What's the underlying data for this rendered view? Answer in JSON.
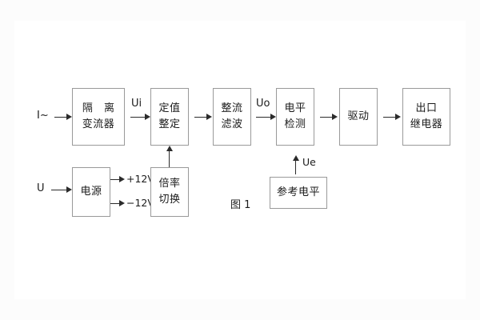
{
  "figure": {
    "caption": "图 1",
    "background": "#fcfcfc",
    "panel_color": "#ffffff",
    "block_border_color": "#9a9a9a",
    "line_color": "#2b2b2b"
  },
  "inputs": [
    {
      "id": "current",
      "label": "I~"
    },
    {
      "id": "voltage",
      "label": "U"
    }
  ],
  "blocks": [
    {
      "id": "isolation-ct",
      "lines": [
        "隔 离",
        "变流器"
      ]
    },
    {
      "id": "setting",
      "lines": [
        "定值",
        "整定"
      ]
    },
    {
      "id": "rectify-filter",
      "lines": [
        "整流",
        "滤波"
      ]
    },
    {
      "id": "level-detect",
      "lines": [
        "电平",
        "检测"
      ]
    },
    {
      "id": "drive",
      "lines": [
        "驱动"
      ]
    },
    {
      "id": "output-relay",
      "lines": [
        "出口",
        "继电器"
      ]
    },
    {
      "id": "power-supply",
      "lines": [
        "电源"
      ]
    },
    {
      "id": "multiplier-switch",
      "lines": [
        "倍率",
        "切换"
      ]
    },
    {
      "id": "reference-level",
      "lines": [
        "参考电平"
      ]
    }
  ],
  "signals": [
    {
      "id": "ui",
      "label": "Ui"
    },
    {
      "id": "uo",
      "label": "Uo"
    },
    {
      "id": "ue",
      "label": "Ue"
    }
  ],
  "rails": [
    {
      "id": "rail-pos",
      "label": "+12V"
    },
    {
      "id": "rail-neg",
      "label": "−12V"
    }
  ]
}
